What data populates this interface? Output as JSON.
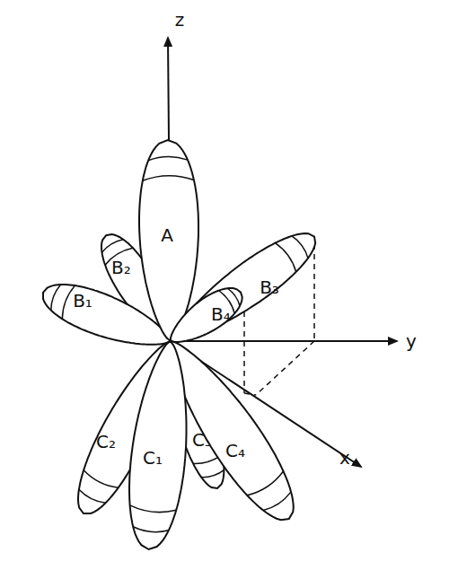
{
  "diagram": {
    "nodes": [
      {
        "text": [
          "A"
        ]
      },
      {
        "text": [
          "B₁"
        ]
      },
      {
        "text": [
          "B₂"
        ]
      },
      {
        "text": [
          "B₃"
        ]
      },
      {
        "text": [
          "B₄"
        ]
      },
      {
        "text": [
          "C₁"
        ]
      },
      {
        "text": [
          "C₂"
        ]
      },
      {
        "text": [
          "C₃"
        ]
      },
      {
        "text": [
          "C₄"
        ]
      }
    ],
    "labels": [
      "z",
      "y",
      "x"
    ]
  }
}
